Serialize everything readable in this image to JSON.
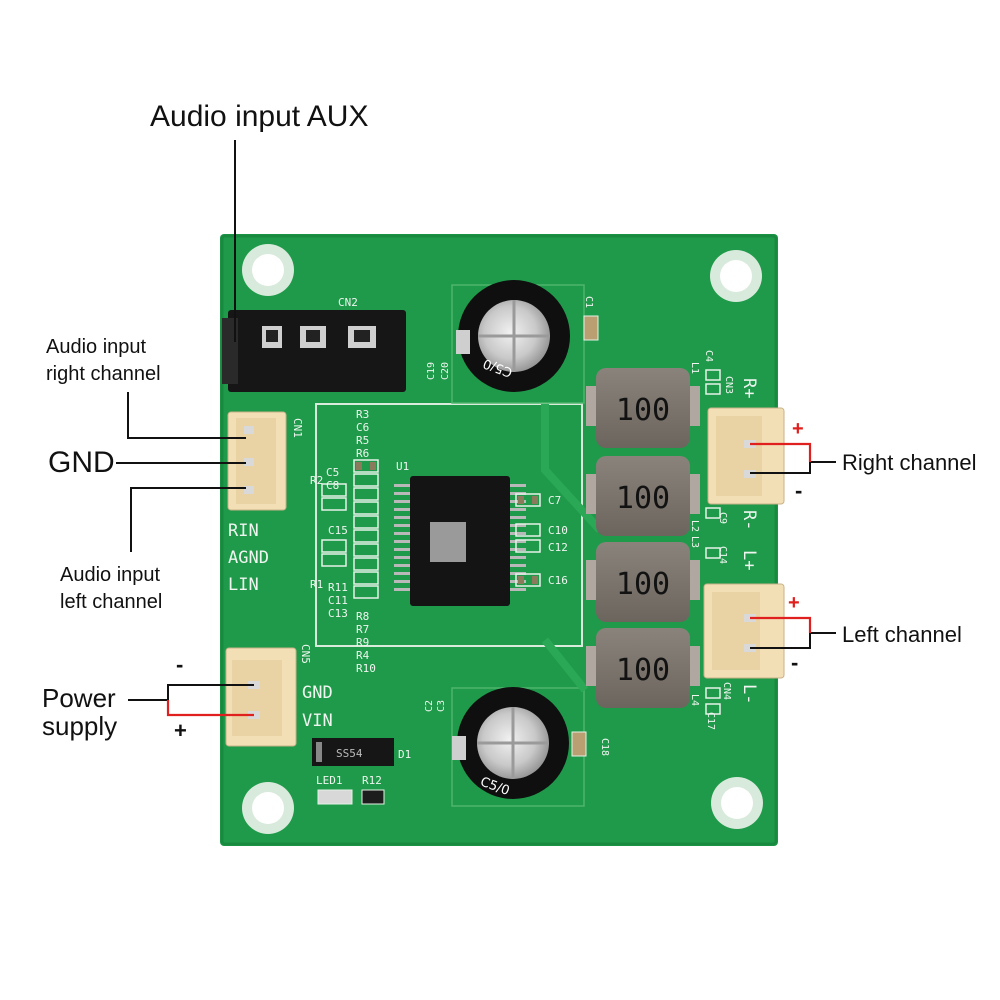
{
  "labels": {
    "audio_aux": "Audio input AUX",
    "audio_right_line1": "Audio input",
    "audio_right_line2": "right channel",
    "gnd": "GND",
    "audio_left_line1": "Audio input",
    "audio_left_line2": "left channel",
    "power_line1": "Power",
    "power_line2": "supply",
    "right_channel": "Right channel",
    "left_channel": "Left channel"
  },
  "signs": {
    "plus": "+",
    "minus": "-"
  },
  "silkscreen": {
    "cn1": "CN1",
    "cn2": "CN2",
    "cn3": "CN3",
    "cn4": "CN4",
    "cn5": "CN5",
    "rin": "RIN",
    "agnd": "AGND",
    "lin": "LIN",
    "gnd": "GND",
    "vin": "VIN",
    "r_plus": "R+",
    "r_minus": "R-",
    "l_plus": "L+",
    "l_minus": "L-",
    "u1": "U1",
    "d1": "D1",
    "led1": "LED1",
    "r12": "R12",
    "ss54": "SS54",
    "r_stack_top": [
      "R3",
      "C6",
      "R5",
      "R6"
    ],
    "r_stack_bottom": [
      "R8",
      "R7",
      "R9",
      "R4",
      "R10"
    ],
    "c_left": [
      "C5",
      "C8"
    ],
    "c_mid": [
      "C15",
      "C11",
      "C13"
    ],
    "r11": "R11",
    "r1": "R1",
    "r2": "R2",
    "c7": "C7",
    "c10": "C10",
    "c12": "C12",
    "c16": "C16",
    "c1": "C1",
    "c4": "C4",
    "c2": "C2",
    "c3": "C3",
    "c9": "C9",
    "c14": "C14",
    "c17": "C17",
    "c18": "C18",
    "c19": "C19",
    "c20": "C20",
    "l1": "L1",
    "l2": "L2",
    "l3": "L3",
    "l4": "L4",
    "inductor_value": "100",
    "cap_marking": "C5/0"
  },
  "colors": {
    "pcb": "#1f9a4a",
    "pcb_dark": "#17833d",
    "silk": "#e9f3ea",
    "header": "#f2dfb5",
    "inductor": "#7a736c",
    "red_wire": "#e0201f"
  }
}
